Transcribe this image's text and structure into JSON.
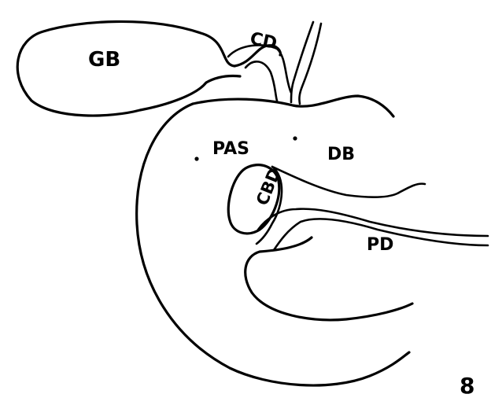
{
  "labels": {
    "gb": "GB",
    "cd": "CD",
    "pas": "PAS",
    "db": "DB",
    "cbd": "CBD",
    "pd": "PD",
    "figure_number": "8"
  },
  "colors": {
    "ink": "#000000",
    "paper": "#ffffff"
  }
}
